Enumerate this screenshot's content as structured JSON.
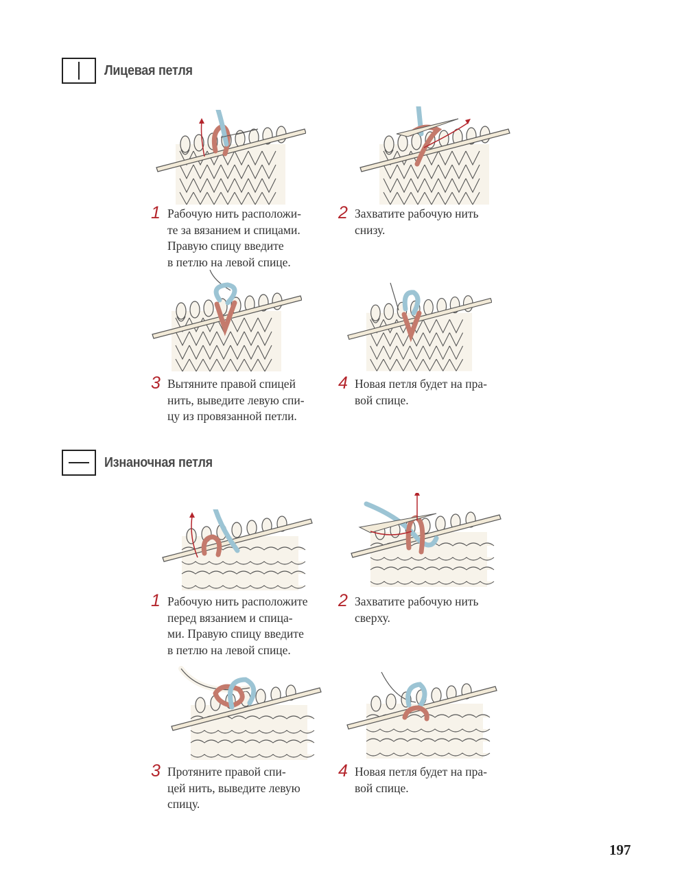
{
  "sections": [
    {
      "title": "Лицевая петля",
      "symbol": "vertical-line",
      "steps": [
        {
          "num": "1",
          "text": "Рабочую нить расположи-\nте за вязанием и спицами.\nПравую спицу введите\nв петлю на левой спице."
        },
        {
          "num": "2",
          "text": "Захватите рабочую нить\nснизу."
        },
        {
          "num": "3",
          "text": "Вытяните правой спицей\nнить, выведите левую спи-\nцу из провязанной петли."
        },
        {
          "num": "4",
          "text": "Новая петля будет на пра-\nвой спице."
        }
      ]
    },
    {
      "title": "Изнаночная петля",
      "symbol": "horizontal-line",
      "steps": [
        {
          "num": "1",
          "text": "Рабочую нить расположите\nперед вязанием и спица-\nми. Правую спицу введите\nв петлю на левой спице."
        },
        {
          "num": "2",
          "text": "Захватите рабочую нить\nсверху."
        },
        {
          "num": "3",
          "text": "Протяните правой спи-\nцей нить, выведите левую\nспицу."
        },
        {
          "num": "4",
          "text": "Новая петля будет на пра-\nвой спице."
        }
      ]
    }
  ],
  "page_number": "197",
  "colors": {
    "yarn_blue": "#9cc4d4",
    "yarn_red": "#c47a6c",
    "arrow": "#b4252c",
    "needle": "#f2ead8",
    "fabric": "#f7f3ea",
    "outline": "#555555"
  }
}
